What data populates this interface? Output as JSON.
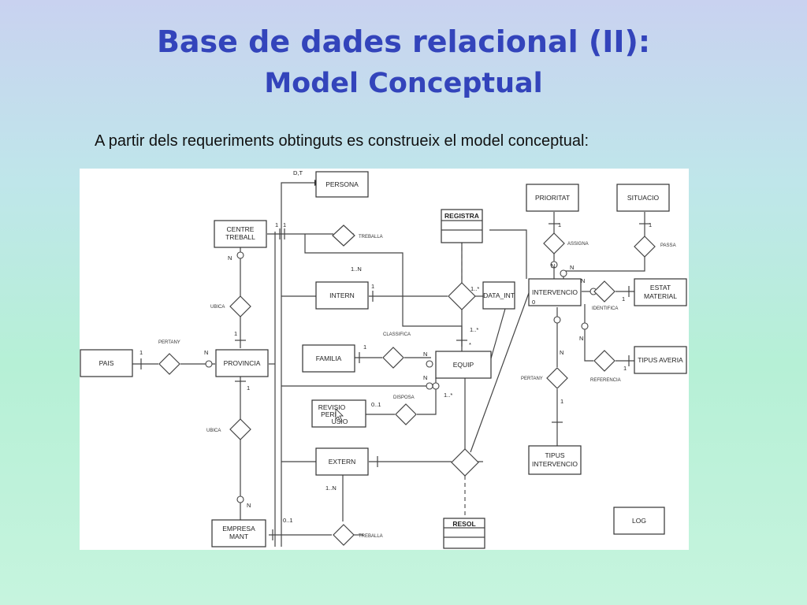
{
  "slide": {
    "title": "Base de dades relacional (II):",
    "subtitle": "Model Conceptual",
    "intro": "A partir dels requeriments obtinguts es construeix el model conceptual:"
  },
  "diagram": {
    "entities": {
      "persona": "PERSONA",
      "centre_treball_1": "CENTRE",
      "centre_treball_2": "TREBALL",
      "registra": "REGISTRA",
      "prioritat": "PRIORITAT",
      "situacio": "SITUACIO",
      "intern": "INTERN",
      "data_int": "DATA_INT",
      "intervencio": "INTERVENCIO",
      "estat_material_1": "ESTAT",
      "estat_material_2": "MATERIAL",
      "pais": "PAIS",
      "provincia": "PROVINCIA",
      "familia": "FAMILIA",
      "equip": "EQUIP",
      "tipus_averia": "TIPUS AVERIA",
      "revisio_1": "REVISIO",
      "revisio_2": "PERI",
      "revisio_3": "USIO",
      "extern": "EXTERN",
      "tipus_intervencio_1": "TIPUS",
      "tipus_intervencio_2": "INTERVENCIO",
      "empresa_mant_1": "EMPRESA",
      "empresa_mant_2": "MANT",
      "resol": "RESOL",
      "log": "LOG"
    },
    "relationships": {
      "treballa_top": "TREBALLA",
      "assigna": "ASSIGNA",
      "passa": "PASSA",
      "ubica_top": "UBICA",
      "identifica": "IDENTIFICA",
      "classifica": "CLASSIFICA",
      "pertany_left": "PERTANY",
      "referencia": "REFERENCIA",
      "disposa": "DISPOSA",
      "pertany_right": "PERTANY",
      "ubica_bottom": "UBICA",
      "treballa_bottom": "TREBALLA"
    },
    "cardinalities": {
      "dt": "D,T",
      "c1a": "1",
      "c1b": "1",
      "c1n_intern": "1..N",
      "c1_intern": "1",
      "c1star_a": "1..*",
      "c1star_b": "1..*",
      "star": "*",
      "n_centre": "N",
      "n_prov_top": "N",
      "c1_prov_top": "1",
      "c1_pais": "1",
      "n_prov": "N",
      "c1_familia": "1",
      "n_equip": "N",
      "n_equip2": "N",
      "c1_prov_bot": "1",
      "c0_1_rev": "0..1",
      "c1star_c": "1..*",
      "c1_prio": "1",
      "n_prio": "N",
      "c1_sit": "1",
      "n_sit": "N",
      "n_interv": "N",
      "c1_estat": "1",
      "n_interv2": "N",
      "c1_averia": "1",
      "n_interv3": "N",
      "c1_tipus": "1",
      "c0_interv": "0",
      "n_empresa": "N",
      "c1n_extern": "1..N",
      "c0_1_emp": "0..1"
    }
  }
}
